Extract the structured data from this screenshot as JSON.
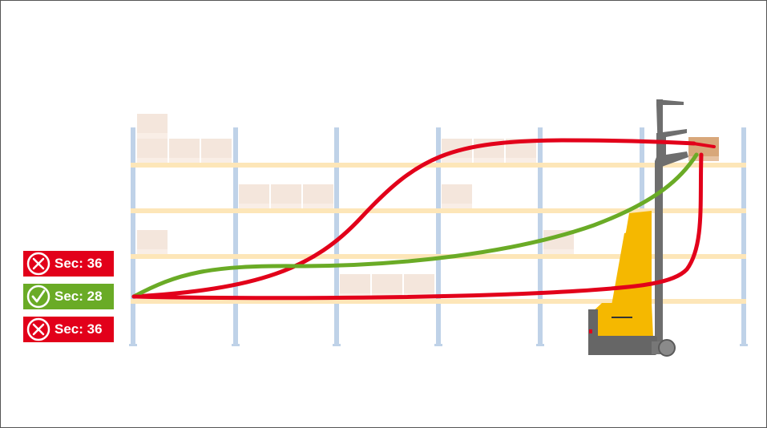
{
  "badges": [
    {
      "icon": "cross-icon",
      "label": "Sec: 36",
      "color": "#e2001a",
      "status": "fail"
    },
    {
      "icon": "check-icon",
      "label": "Sec: 28",
      "color": "#6aab26",
      "status": "pass"
    },
    {
      "icon": "cross-icon",
      "label": "Sec: 36",
      "color": "#e2001a",
      "status": "fail"
    }
  ],
  "colors": {
    "rack_upright": "#bfd2e8",
    "rack_beam": "#fde6b8",
    "pallet_box": "#f4e6dc",
    "route_fail": "#e2001a",
    "route_pass": "#6aab26",
    "forklift_body": "#f5b800",
    "forklift_chassis": "#666666",
    "load_box": "#d8a77a"
  }
}
